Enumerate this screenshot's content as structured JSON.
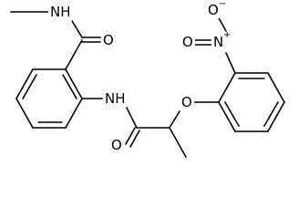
{
  "molecule": {
    "atom_labels": {
      "amine_nh_top": "NH",
      "carbonyl_o_top": "O",
      "amide_nh_middle": "NH",
      "ether_o": "O",
      "carbonyl_o_bottom": "O",
      "nitro_n": "N",
      "nitro_o_left": "O",
      "nitro_o_right": "O"
    },
    "charges": {
      "nitro_n": "+",
      "nitro_o_right": "−"
    }
  }
}
